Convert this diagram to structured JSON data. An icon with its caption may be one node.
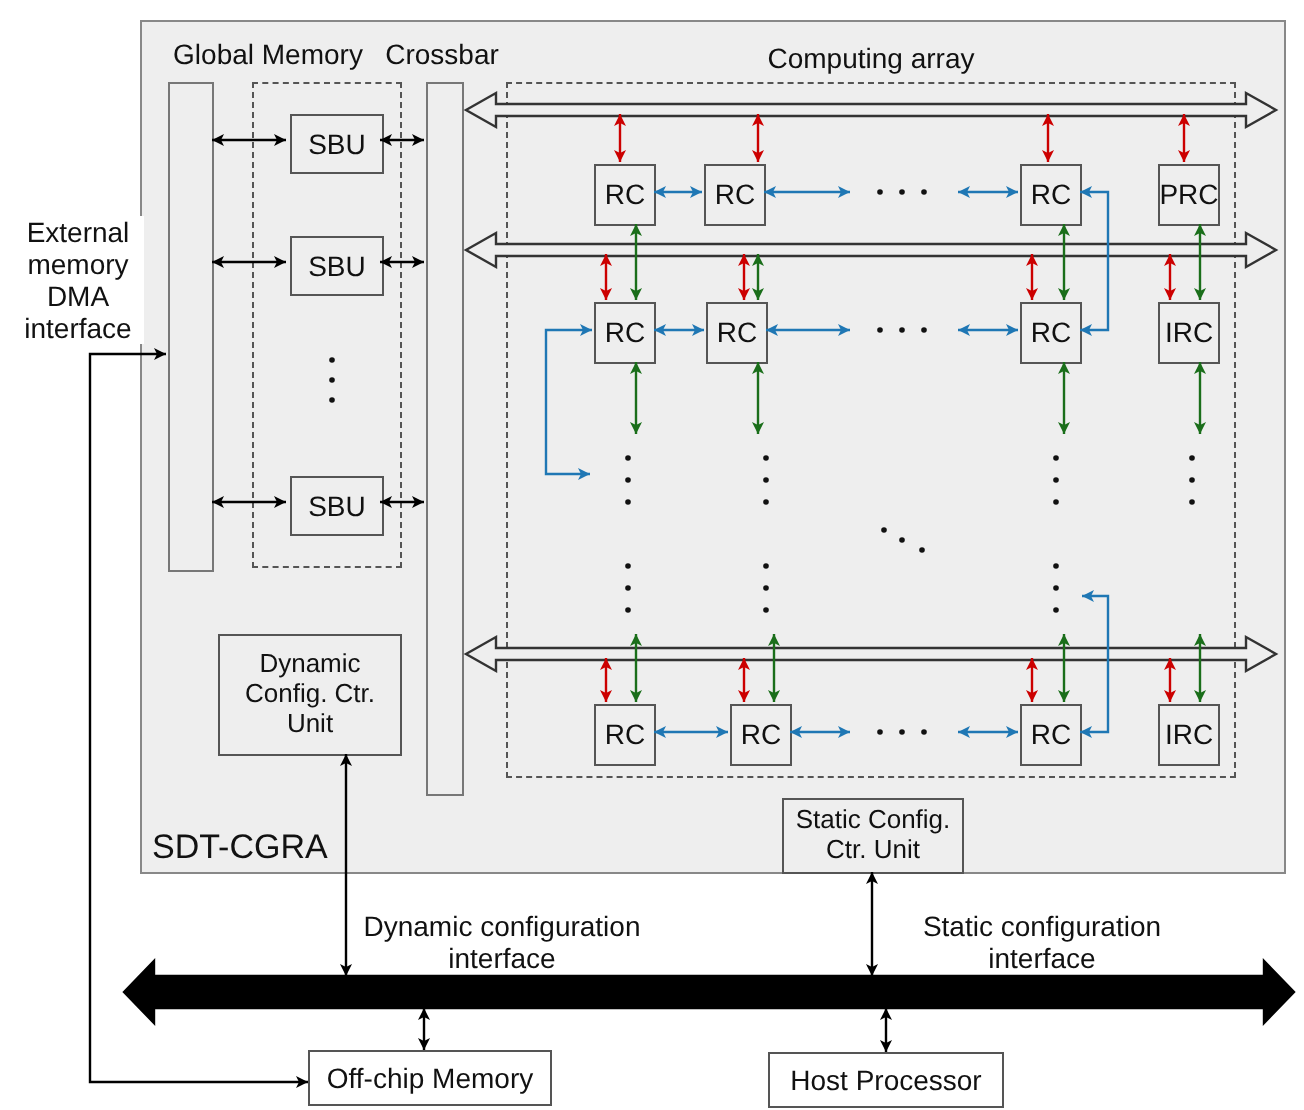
{
  "diagram": {
    "nodes": [
      {
        "text": [
          "SDT-CGRA"
        ]
      },
      {
        "text": [],
        "shape": "bar",
        "in": 0
      },
      {
        "text": [],
        "shape": "box",
        "in": 0
      },
      {
        "text": [
          "SBU"
        ],
        "in": 2
      },
      {
        "text": [
          "SBU"
        ],
        "in": 2
      },
      {
        "text": [
          "SBU"
        ],
        "in": 2
      },
      {
        "text": [],
        "shape": "bar",
        "in": 0
      },
      {
        "text": [
          "Computing array"
        ],
        "in": 0
      },
      {
        "text": [],
        "shape": "arrow",
        "in": 0
      },
      {
        "text": [
          "RC"
        ],
        "in": 7
      },
      {
        "text": [
          "RC"
        ],
        "in": 7
      },
      {
        "text": [
          "RC"
        ],
        "in": 7
      },
      {
        "text": [
          "PRC"
        ],
        "in": 7
      },
      {
        "text": [],
        "shape": "arrow",
        "in": 0
      },
      {
        "text": [
          "RC"
        ],
        "in": 7
      },
      {
        "text": [
          "RC"
        ],
        "in": 7
      },
      {
        "text": [
          "RC"
        ],
        "in": 7
      },
      {
        "text": [
          "IRC"
        ],
        "in": 7
      },
      {
        "text": [],
        "shape": "arrow",
        "in": 0
      },
      {
        "text": [
          "RC"
        ],
        "in": 7
      },
      {
        "text": [
          "RC"
        ],
        "in": 7
      },
      {
        "text": [
          "RC"
        ],
        "in": 7
      },
      {
        "text": [
          "IRC"
        ],
        "in": 7
      },
      {
        "text": [
          "Dynamic Config. Ctr. Unit"
        ],
        "in": 0
      },
      {
        "text": [
          "Static Config. Ctr. Unit"
        ],
        "in": 0
      },
      {
        "text": [],
        "shape": "arrow"
      },
      {
        "text": [
          "Off-chip Memory"
        ]
      },
      {
        "text": [
          "Host Processor"
        ]
      }
    ],
    "edges": [
      {
        "from": 1,
        "to": 3,
        "arrow": "both",
        "color": "#000000"
      },
      {
        "from": 3,
        "to": 6,
        "arrow": "both",
        "color": "#000000"
      },
      {
        "from": 1,
        "to": 4,
        "arrow": "both",
        "color": "#000000"
      },
      {
        "from": 4,
        "to": 6,
        "arrow": "both",
        "color": "#000000"
      },
      {
        "from": 1,
        "to": 5,
        "arrow": "both",
        "color": "#000000"
      },
      {
        "from": 5,
        "to": 6,
        "arrow": "both",
        "color": "#000000"
      },
      {
        "from": 8,
        "to": 9,
        "arrow": "both",
        "color": "#cc0000"
      },
      {
        "from": 8,
        "to": 10,
        "arrow": "both",
        "color": "#cc0000"
      },
      {
        "from": 8,
        "to": 11,
        "arrow": "both",
        "color": "#cc0000"
      },
      {
        "from": 8,
        "to": 12,
        "arrow": "both",
        "color": "#cc0000"
      },
      {
        "from": 9,
        "to": 10,
        "arrow": "both",
        "color": "#1f77b4"
      },
      {
        "from": 10,
        "to": null,
        "arrow": "both",
        "color": "#1f77b4"
      },
      {
        "from": null,
        "to": 11,
        "arrow": "both",
        "color": "#1f77b4"
      },
      {
        "from": 11,
        "to": 16,
        "arrow": "both",
        "color": "#1f77b4"
      },
      {
        "from": 9,
        "to": 14,
        "arrow": "both",
        "color": "#1a6e1a"
      },
      {
        "from": 13,
        "to": 15,
        "arrow": "both",
        "color": "#1a6e1a"
      },
      {
        "from": 11,
        "to": 16,
        "arrow": "both",
        "color": "#1a6e1a"
      },
      {
        "from": 12,
        "to": 17,
        "arrow": "both",
        "color": "#1a6e1a"
      },
      {
        "from": 13,
        "to": 14,
        "arrow": "both",
        "color": "#cc0000"
      },
      {
        "from": 13,
        "to": 15,
        "arrow": "both",
        "color": "#cc0000"
      },
      {
        "from": 13,
        "to": 16,
        "arrow": "both",
        "color": "#cc0000"
      },
      {
        "from": 13,
        "to": 17,
        "arrow": "both",
        "color": "#cc0000"
      },
      {
        "from": 14,
        "to": 15,
        "arrow": "both",
        "color": "#1f77b4"
      },
      {
        "from": 15,
        "to": null,
        "arrow": "both",
        "color": "#1f77b4"
      },
      {
        "from": null,
        "to": 16,
        "arrow": "both",
        "color": "#1f77b4"
      },
      {
        "from": 14,
        "to": null,
        "arrow": "both",
        "color": "#1f77b4"
      },
      {
        "from": 14,
        "to": null,
        "arrow": "both",
        "color": "#1a6e1a"
      },
      {
        "from": 15,
        "to": null,
        "arrow": "both",
        "color": "#1a6e1a"
      },
      {
        "from": 16,
        "to": null,
        "arrow": "both",
        "color": "#1a6e1a"
      },
      {
        "from": 17,
        "to": null,
        "arrow": "both",
        "color": "#1a6e1a"
      },
      {
        "from": 18,
        "to": 19,
        "arrow": "both",
        "color": "#cc0000"
      },
      {
        "from": 18,
        "to": 20,
        "arrow": "both",
        "color": "#cc0000"
      },
      {
        "from": 18,
        "to": 21,
        "arrow": "both",
        "color": "#cc0000"
      },
      {
        "from": 18,
        "to": 22,
        "arrow": "both",
        "color": "#cc0000"
      },
      {
        "from": 18,
        "to": 19,
        "arrow": "both",
        "color": "#1a6e1a"
      },
      {
        "from": 18,
        "to": 20,
        "arrow": "both",
        "color": "#1a6e1a"
      },
      {
        "from": 18,
        "to": 21,
        "arrow": "both",
        "color": "#1a6e1a"
      },
      {
        "from": 18,
        "to": 22,
        "arrow": "both",
        "color": "#1a6e1a"
      },
      {
        "from": 19,
        "to": 20,
        "arrow": "both",
        "color": "#1f77b4"
      },
      {
        "from": 20,
        "to": null,
        "arrow": "both",
        "color": "#1f77b4"
      },
      {
        "from": null,
        "to": 21,
        "arrow": "both",
        "color": "#1f77b4"
      },
      {
        "from": 21,
        "to": null,
        "arrow": "both",
        "color": "#1f77b4"
      },
      {
        "from": 26,
        "to": 1,
        "arrow": "both",
        "label": "External memory DMA interface",
        "color": "#000000"
      },
      {
        "from": 23,
        "to": 25,
        "arrow": "both",
        "label": "Dynamic configuration interface",
        "color": "#000000"
      },
      {
        "from": 24,
        "to": 25,
        "arrow": "both",
        "color": "#000000"
      },
      {
        "from": 25,
        "to": 26,
        "arrow": "both",
        "color": "#000000"
      },
      {
        "from": 25,
        "to": 27,
        "arrow": "both",
        "color": "#000000"
      }
    ],
    "labels": [
      "Global Memory",
      "Crossbar",
      "Static configuration interface"
    ]
  }
}
